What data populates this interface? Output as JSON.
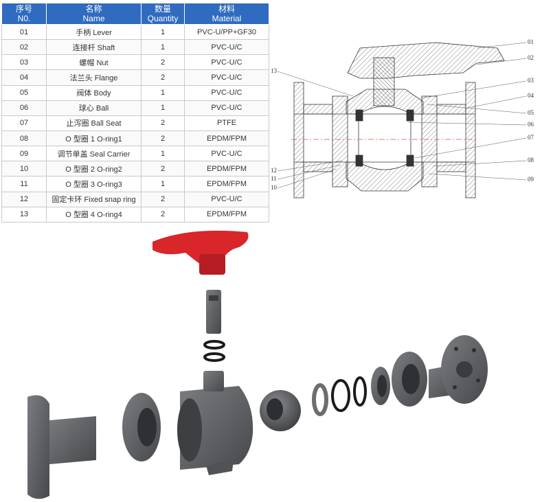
{
  "table": {
    "headers": [
      {
        "zh": "序号",
        "en": "N0."
      },
      {
        "zh": "名称",
        "en": "Name"
      },
      {
        "zh": "数量",
        "en": "Quantity"
      },
      {
        "zh": "材料",
        "en": "Material"
      }
    ],
    "rows": [
      {
        "no": "01",
        "name": "手柄 Lever",
        "qty": "1",
        "material": "PVC-U/PP+GF30"
      },
      {
        "no": "02",
        "name": "连接杆 Shaft",
        "qty": "1",
        "material": "PVC-U/C"
      },
      {
        "no": "03",
        "name": "螺帽 Nut",
        "qty": "2",
        "material": "PVC-U/C"
      },
      {
        "no": "04",
        "name": "法兰头 Flange",
        "qty": "2",
        "material": "PVC-U/C"
      },
      {
        "no": "05",
        "name": "阀体 Body",
        "qty": "1",
        "material": "PVC-U/C"
      },
      {
        "no": "06",
        "name": "球心 Ball",
        "qty": "1",
        "material": "PVC-U/C"
      },
      {
        "no": "07",
        "name": "止泻圈 Ball Seat",
        "qty": "2",
        "material": "PTFE"
      },
      {
        "no": "08",
        "name": "O 型圈 1 O-ring1",
        "qty": "2",
        "material": "EPDM/FPM"
      },
      {
        "no": "09",
        "name": "调节单盖 Seal Carrier",
        "qty": "1",
        "material": "PVC-U/C"
      },
      {
        "no": "10",
        "name": "O 型圈 2 O-ring2",
        "qty": "2",
        "material": "EPDM/FPM"
      },
      {
        "no": "11",
        "name": "O 型圈 3 O-ring3",
        "qty": "1",
        "material": "EPDM/FPM"
      },
      {
        "no": "12",
        "name": "固定卡环 Fixed snap ring",
        "qty": "2",
        "material": "PVC-U/C"
      },
      {
        "no": "13",
        "name": "O 型圈 4 O-ring4",
        "qty": "2",
        "material": "EPDM/FPM"
      }
    ]
  },
  "drawing": {
    "callouts": [
      "01",
      "02",
      "03",
      "04",
      "05",
      "06",
      "07",
      "08",
      "09",
      "10",
      "11",
      "12",
      "13"
    ]
  },
  "colors": {
    "header_bg": "#2f6bbf",
    "lever_red": "#d8262b",
    "pvc_grey": "#5f6164",
    "oring_black": "#1b1b1b",
    "hatch": "#555555",
    "centerline": "#d9534f"
  }
}
